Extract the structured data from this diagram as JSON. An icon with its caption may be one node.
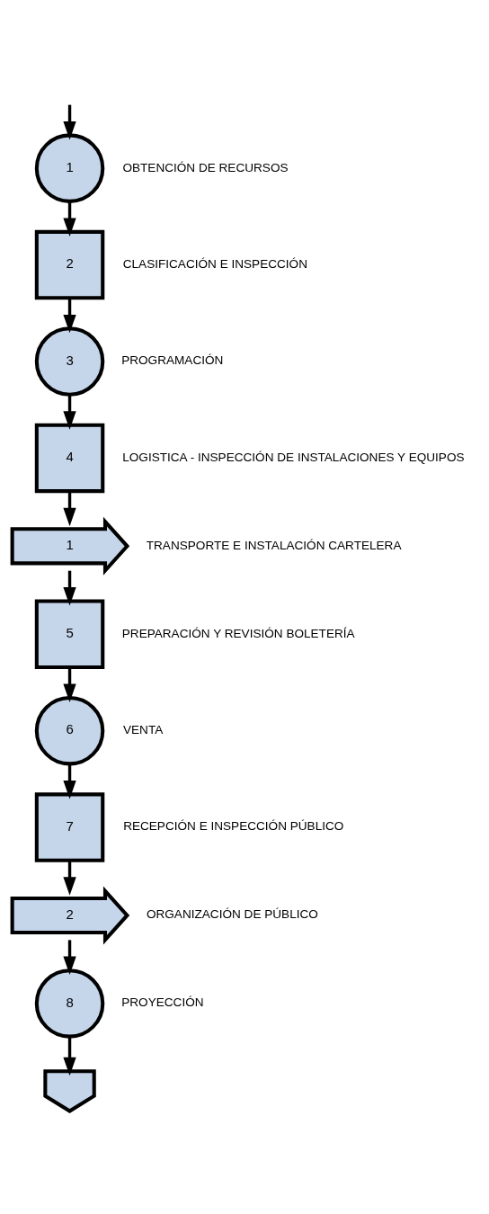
{
  "diagram": {
    "nodes": [
      {
        "text": [
          "1"
        ],
        "beside": [
          "OBTENCIÓN DE RECURSOS"
        ]
      },
      {
        "text": [
          "2"
        ],
        "beside": [
          "CLASIFICACIÓN E INSPECCIÓN"
        ]
      },
      {
        "text": [
          "3"
        ],
        "beside": [
          "PROGRAMACIÓN"
        ]
      },
      {
        "text": [
          "4"
        ],
        "beside": [
          "LOGISTICA - INSPECCIÓN DE INSTALACIONES Y EQUIPOS"
        ]
      },
      {
        "text": [
          "1"
        ],
        "beside": [
          "TRANSPORTE E INSTALACIÓN CARTELERA"
        ]
      },
      {
        "text": [
          "5"
        ],
        "beside": [
          "PREPARACIÓN Y REVISIÓN BOLETERÍA"
        ]
      },
      {
        "text": [
          "6"
        ],
        "beside": [
          "VENTA"
        ]
      },
      {
        "text": [
          "7"
        ],
        "beside": [
          "RECEPCIÓN E INSPECCIÓN PÚBLICO"
        ]
      },
      {
        "text": [
          "2"
        ],
        "beside": [
          "ORGANIZACIÓN DE PÚBLICO"
        ]
      },
      {
        "text": [
          "8"
        ],
        "beside": [
          "PROYECCIÓN"
        ]
      },
      {
        "text": [],
        "shape": "pentagon"
      }
    ],
    "edges": [
      {
        "from": null,
        "to": 0,
        "arrow": "to"
      },
      {
        "from": 0,
        "to": 1,
        "arrow": "to"
      },
      {
        "from": 1,
        "to": 2,
        "arrow": "to"
      },
      {
        "from": 2,
        "to": 3,
        "arrow": "to"
      },
      {
        "from": 3,
        "to": 4,
        "arrow": "to"
      },
      {
        "from": 4,
        "to": 5,
        "arrow": "to"
      },
      {
        "from": 5,
        "to": 6,
        "arrow": "to"
      },
      {
        "from": 6,
        "to": 7,
        "arrow": "to"
      },
      {
        "from": 7,
        "to": 8,
        "arrow": "to"
      },
      {
        "from": 8,
        "to": 9,
        "arrow": "to"
      },
      {
        "from": 9,
        "to": 10,
        "arrow": "to"
      }
    ]
  }
}
